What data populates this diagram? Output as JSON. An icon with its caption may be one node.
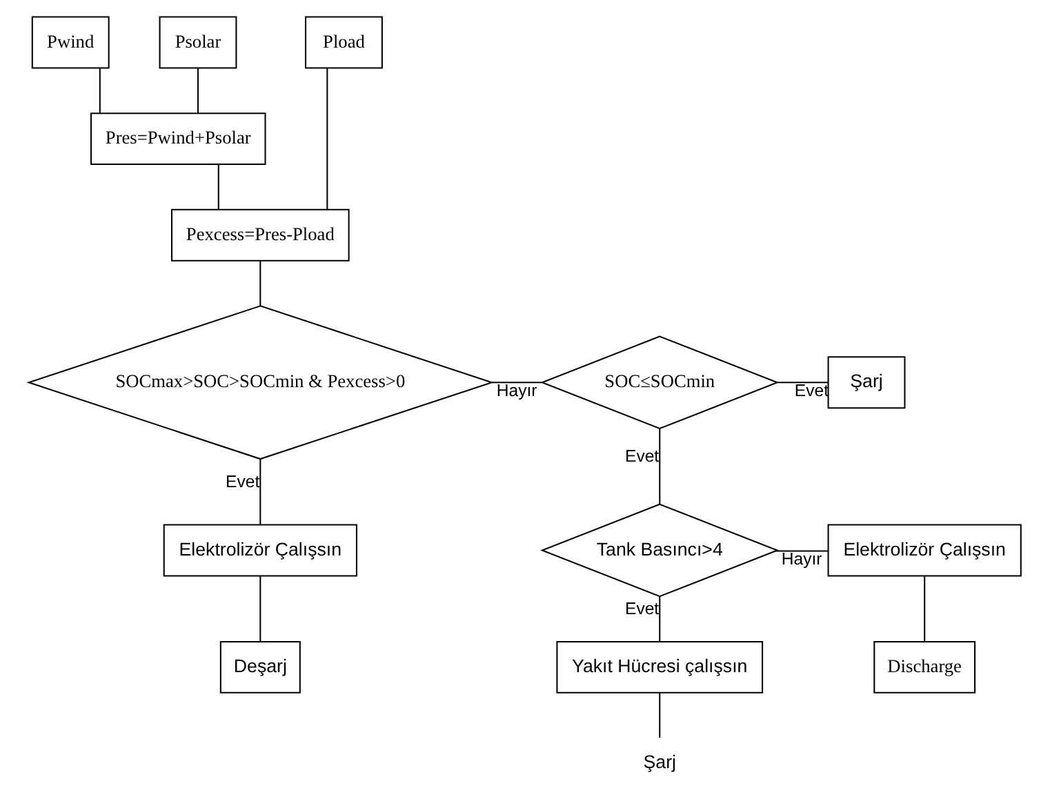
{
  "diagram": {
    "nodes": [
      {
        "text": [
          "Pwind"
        ]
      },
      {
        "text": [
          "Psolar"
        ]
      },
      {
        "text": [
          "Pload"
        ]
      },
      {
        "text": [
          "Pres=Pwind+Psolar"
        ]
      },
      {
        "text": [
          "Pexcess=Pres-Pload"
        ]
      },
      {
        "text": [
          "SOCmax>SOC>SOCmin & Pexcess>0"
        ]
      },
      {
        "text": [
          "SOC≤SOCmin"
        ]
      },
      {
        "text": [
          "Şarj"
        ]
      },
      {
        "text": [
          "Elektrolizör Çalışsın"
        ]
      },
      {
        "text": [
          "Tank Basıncı>4"
        ]
      },
      {
        "text": [
          "Elektrolizör Çalışsın"
        ]
      },
      {
        "text": [
          "Deşarj"
        ]
      },
      {
        "text": [
          "Discharge"
        ]
      },
      {
        "text": [
          "Yakıt Hücresi çalışsın"
        ]
      },
      {
        "text": [
          "Şarj"
        ]
      }
    ],
    "edges": [
      {
        "from": 0,
        "to": 3,
        "arrow": "none"
      },
      {
        "from": 1,
        "to": 3,
        "arrow": "none"
      },
      {
        "from": 3,
        "to": 4,
        "arrow": "none"
      },
      {
        "from": 2,
        "to": 4,
        "arrow": "none"
      },
      {
        "from": 4,
        "to": 5,
        "arrow": "none"
      },
      {
        "from": 5,
        "to": 6,
        "arrow": "none",
        "label": "Hayır"
      },
      {
        "from": 6,
        "to": 7,
        "arrow": "none",
        "label": "Evet"
      },
      {
        "from": 5,
        "to": 8,
        "arrow": "none",
        "label": "Evet"
      },
      {
        "from": 6,
        "to": 9,
        "arrow": "none",
        "label": "Evet"
      },
      {
        "from": 9,
        "to": 10,
        "arrow": "none",
        "label": "Hayır"
      },
      {
        "from": 8,
        "to": 11,
        "arrow": "none"
      },
      {
        "from": 10,
        "to": 12,
        "arrow": "none"
      },
      {
        "from": 9,
        "to": 13,
        "arrow": "none",
        "label": "Evet"
      },
      {
        "from": 13,
        "to": 14,
        "arrow": "none"
      }
    ]
  }
}
